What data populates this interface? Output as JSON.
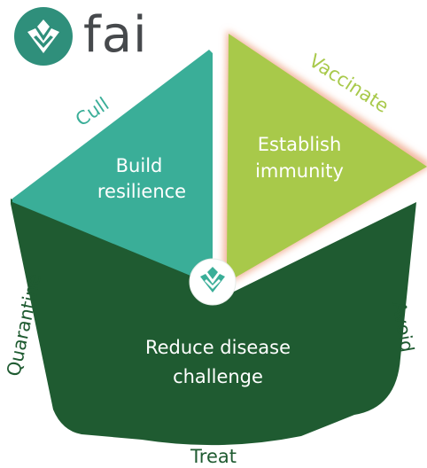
{
  "brand": {
    "name": "fai",
    "icon": "fai-leaf-logo-icon"
  },
  "segments": {
    "build_resilience": [
      "Build",
      "resilience"
    ],
    "establish_immunity": [
      "Establish",
      "immunity"
    ],
    "reduce_disease": [
      "Reduce disease",
      "challenge"
    ]
  },
  "edge_labels": {
    "cull": "Cull",
    "vaccinate": "Vaccinate",
    "quarantine": "Quarantine",
    "avoid": "Avoid",
    "treat": "Treat"
  },
  "colors": {
    "teal": "#3aae98",
    "lime": "#a8c94a",
    "dark_green": "#1f5b31",
    "glow": "#f2b49a",
    "logo_teal": "#2f8f7b",
    "text_grey": "#46494c"
  }
}
